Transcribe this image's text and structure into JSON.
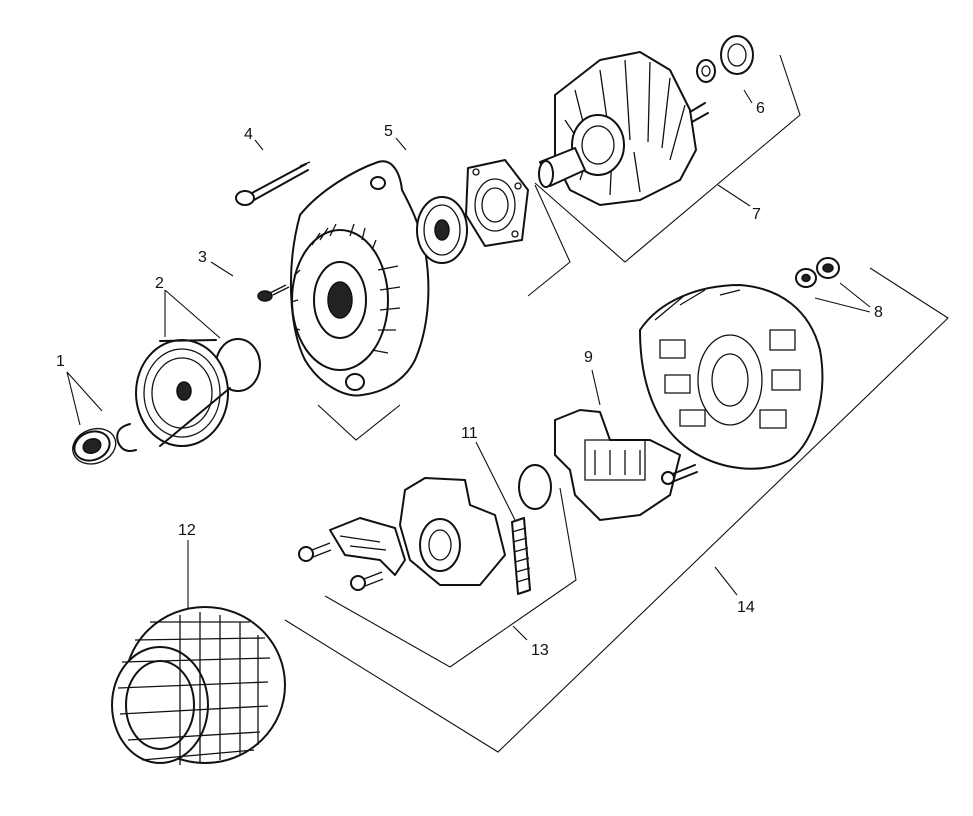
{
  "callouts": [
    {
      "id": "1",
      "text": "1"
    },
    {
      "id": "2",
      "text": "2"
    },
    {
      "id": "3",
      "text": "3"
    },
    {
      "id": "4",
      "text": "4"
    },
    {
      "id": "5",
      "text": "5"
    },
    {
      "id": "6",
      "text": "6"
    },
    {
      "id": "7",
      "text": "7"
    },
    {
      "id": "8",
      "text": "8"
    },
    {
      "id": "9",
      "text": "9"
    },
    {
      "id": "11",
      "text": "11"
    },
    {
      "id": "12",
      "text": "12"
    },
    {
      "id": "13",
      "text": "13"
    },
    {
      "id": "14",
      "text": "14"
    }
  ],
  "colors": {
    "ink": "#111111",
    "background": "#ffffff"
  }
}
